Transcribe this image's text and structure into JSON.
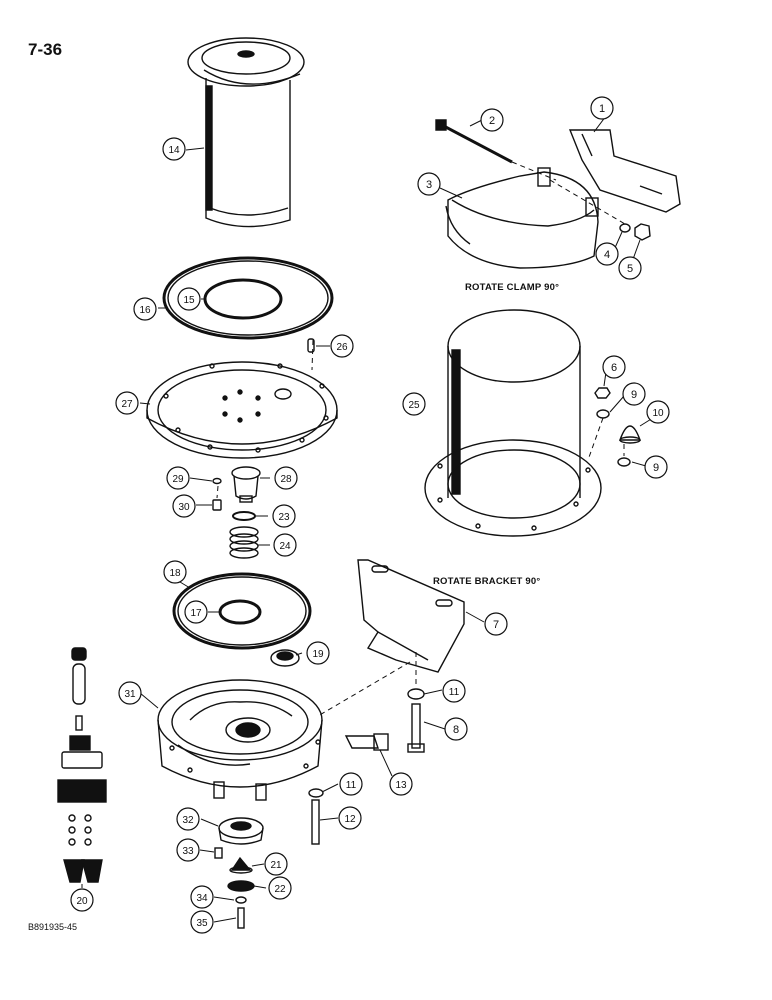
{
  "page_number": "7-36",
  "figure_code": "B891935-45",
  "notes": {
    "rotate_clamp": "ROTATE CLAMP 90°",
    "rotate_bracket": "ROTATE BRACKET 90°"
  },
  "callouts": [
    {
      "key": "c1",
      "label": "1"
    },
    {
      "key": "c2",
      "label": "2"
    },
    {
      "key": "c3",
      "label": "3"
    },
    {
      "key": "c4",
      "label": "4"
    },
    {
      "key": "c5",
      "label": "5"
    },
    {
      "key": "c6",
      "label": "6"
    },
    {
      "key": "c7",
      "label": "7"
    },
    {
      "key": "c8",
      "label": "8"
    },
    {
      "key": "c9a",
      "label": "9"
    },
    {
      "key": "c9b",
      "label": "9"
    },
    {
      "key": "c10",
      "label": "10"
    },
    {
      "key": "c11a",
      "label": "11"
    },
    {
      "key": "c11b",
      "label": "11"
    },
    {
      "key": "c12",
      "label": "12"
    },
    {
      "key": "c13",
      "label": "13"
    },
    {
      "key": "c14",
      "label": "14"
    },
    {
      "key": "c15",
      "label": "15"
    },
    {
      "key": "c16",
      "label": "16"
    },
    {
      "key": "c17",
      "label": "17"
    },
    {
      "key": "c18",
      "label": "18"
    },
    {
      "key": "c19",
      "label": "19"
    },
    {
      "key": "c20",
      "label": "20"
    },
    {
      "key": "c21",
      "label": "21"
    },
    {
      "key": "c22",
      "label": "22"
    },
    {
      "key": "c23",
      "label": "23"
    },
    {
      "key": "c24",
      "label": "24"
    },
    {
      "key": "c25",
      "label": "25"
    },
    {
      "key": "c26",
      "label": "26"
    },
    {
      "key": "c27",
      "label": "27"
    },
    {
      "key": "c28",
      "label": "28"
    },
    {
      "key": "c29",
      "label": "29"
    },
    {
      "key": "c30",
      "label": "30"
    },
    {
      "key": "c31",
      "label": "31"
    },
    {
      "key": "c32",
      "label": "32"
    },
    {
      "key": "c33",
      "label": "33"
    },
    {
      "key": "c34",
      "label": "34"
    },
    {
      "key": "c35",
      "label": "35"
    }
  ]
}
